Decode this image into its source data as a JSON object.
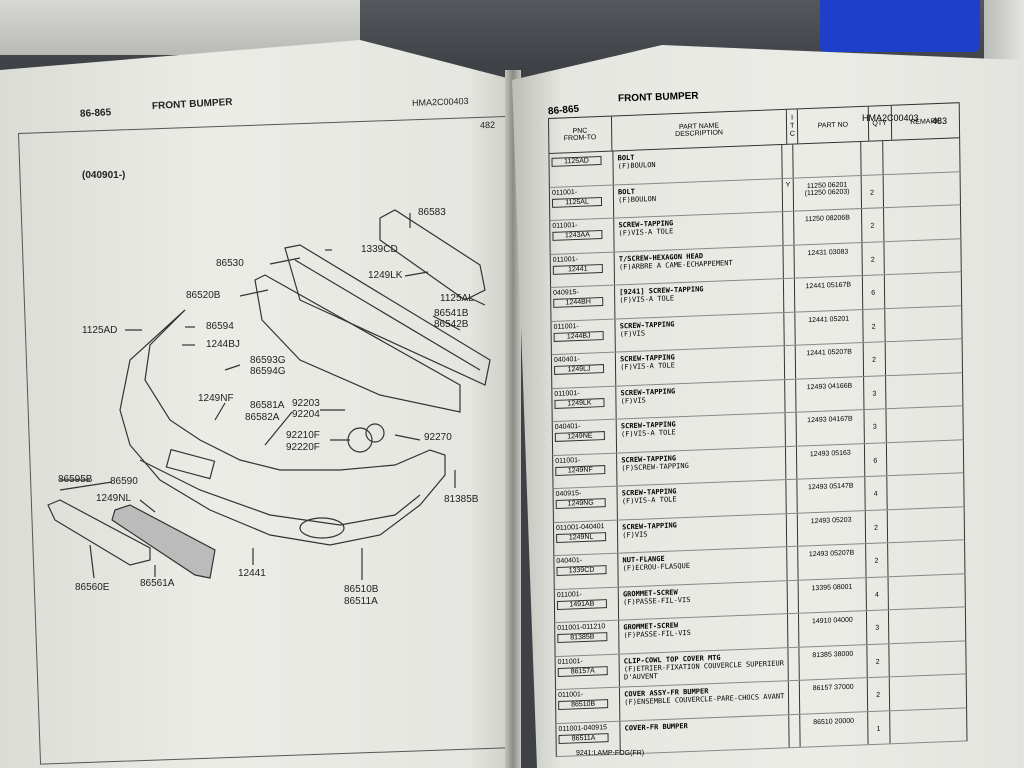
{
  "left_page": {
    "page_code": "86-865",
    "section_title": "FRONT BUMPER",
    "doc_code": "HMA2C00403",
    "page_number": "482",
    "date_range": "(040901-)",
    "callouts": [
      "86583",
      "1339CD",
      "86530",
      "1249LK",
      "86520B",
      "1125AL",
      "86541B",
      "86542B",
      "1125AD",
      "86594",
      "1244BJ",
      "86593G",
      "86594G",
      "1249NF",
      "86581A",
      "86582A",
      "92203",
      "92204",
      "92210F",
      "92220F",
      "92270",
      "86595B",
      "86590",
      "1249NL",
      "81385B",
      "86560E",
      "86561A",
      "12441",
      "86510B",
      "86511A"
    ]
  },
  "right_page": {
    "page_code": "86-865",
    "section_title": "FRONT BUMPER",
    "doc_code": "HMA2C00403",
    "page_number": "483",
    "headers": {
      "pnc": "PNC",
      "from_to": "FROM-TO",
      "part_name": "PART NAME",
      "description": "DESCRIPTION",
      "itc": "I\nT\nC",
      "part_no": "PART NO",
      "qty": "QTY",
      "remark": "REMARK"
    },
    "rows": [
      {
        "range": "",
        "pnc": "1125AD",
        "desc": "BOLT",
        "desc2": "(F)BOULON",
        "itc": "",
        "part_no": "",
        "qty": ""
      },
      {
        "range": "011001-",
        "pnc": "1125AL",
        "desc": "BOLT",
        "desc2": "(F)BOULON",
        "itc": "Y",
        "part_no": "11250 06201\n(11250 06203)",
        "qty": "2"
      },
      {
        "range": "011001-",
        "pnc": "1243AA",
        "desc": "SCREW-TAPPING",
        "desc2": "(F)VIS-A TOLE",
        "itc": "",
        "part_no": "11250 08206B",
        "qty": "2"
      },
      {
        "range": "011001-",
        "pnc": "12441",
        "desc": "T/SCREW-HEXAGON HEAD",
        "desc2": "(F)ARBRE A CAME-ECHAPPEMENT",
        "itc": "",
        "part_no": "12431 03083",
        "qty": "2"
      },
      {
        "range": "040915-",
        "pnc": "1244BH",
        "desc": "[9241] SCREW-TAPPING",
        "desc2": "(F)VIS-A TOLE",
        "itc": "",
        "part_no": "12441 05167B",
        "qty": "6"
      },
      {
        "range": "011001-",
        "pnc": "1244BJ",
        "desc": "SCREW-TAPPING",
        "desc2": "(F)VIS",
        "itc": "",
        "part_no": "12441 05201",
        "qty": "2"
      },
      {
        "range": "040401-",
        "pnc": "1249LJ",
        "desc": "SCREW-TAPPING",
        "desc2": "(F)VIS-A TOLE",
        "itc": "",
        "part_no": "12441 05207B",
        "qty": "2"
      },
      {
        "range": "011001-",
        "pnc": "1249LK",
        "desc": "SCREW-TAPPING",
        "desc2": "(F)VIS",
        "itc": "",
        "part_no": "12493 04166B",
        "qty": "3"
      },
      {
        "range": "040401-",
        "pnc": "1249NE",
        "desc": "SCREW-TAPPING",
        "desc2": "(F)VIS-A TOLE",
        "itc": "",
        "part_no": "12493 04167B",
        "qty": "3"
      },
      {
        "range": "011001-",
        "pnc": "1249NF",
        "desc": "SCREW-TAPPING",
        "desc2": "(F)SCREW-TAPPING",
        "itc": "",
        "part_no": "12493 05163",
        "qty": "6"
      },
      {
        "range": "040915-",
        "pnc": "1249NG",
        "desc": "SCREW-TAPPING",
        "desc2": "(F)VIS-A TOLE",
        "itc": "",
        "part_no": "12493 05147B",
        "qty": "4"
      },
      {
        "range": "011001-040401",
        "pnc": "1249NL",
        "desc": "SCREW-TAPPING",
        "desc2": "(F)VIS",
        "itc": "",
        "part_no": "12493 05203",
        "qty": "2"
      },
      {
        "range": "040401-",
        "pnc": "1339CD",
        "desc": "NUT-FLANGE",
        "desc2": "(F)ECROU-FLASQUE",
        "itc": "",
        "part_no": "12493 05207B",
        "qty": "2"
      },
      {
        "range": "011001-",
        "pnc": "1491AB",
        "desc": "GROMMET-SCREW",
        "desc2": "(F)PASSE-FIL-VIS",
        "itc": "",
        "part_no": "13395 08001",
        "qty": "4"
      },
      {
        "range": "011001-011210",
        "pnc": "81385B",
        "desc": "GROMMET-SCREW",
        "desc2": "(F)PASSE-FIL-VIS",
        "itc": "",
        "part_no": "14910 04000",
        "qty": "3"
      },
      {
        "range": "011001-",
        "pnc": "86157A",
        "desc": "CLIP-COWL TOP COVER MTG",
        "desc2": "(F)ETRIER-FIXATION COUVERCLE SUPERIEUR D'AUVENT",
        "itc": "",
        "part_no": "81385 38000",
        "qty": "2"
      },
      {
        "range": "011001-",
        "pnc": "86510B",
        "desc": "COVER ASSY-FR BUMPER",
        "desc2": "(F)ENSEMBLE COUVERCLE-PARE-CHOCS AVANT",
        "itc": "",
        "part_no": "86157 37000",
        "qty": "2"
      },
      {
        "range": "011001-040915",
        "pnc": "86511A",
        "desc": "COVER-FR BUMPER",
        "desc2": "",
        "itc": "",
        "part_no": "86510 20000",
        "qty": "1"
      }
    ],
    "footnote": "9241:LAMP-FOG(FR)"
  }
}
